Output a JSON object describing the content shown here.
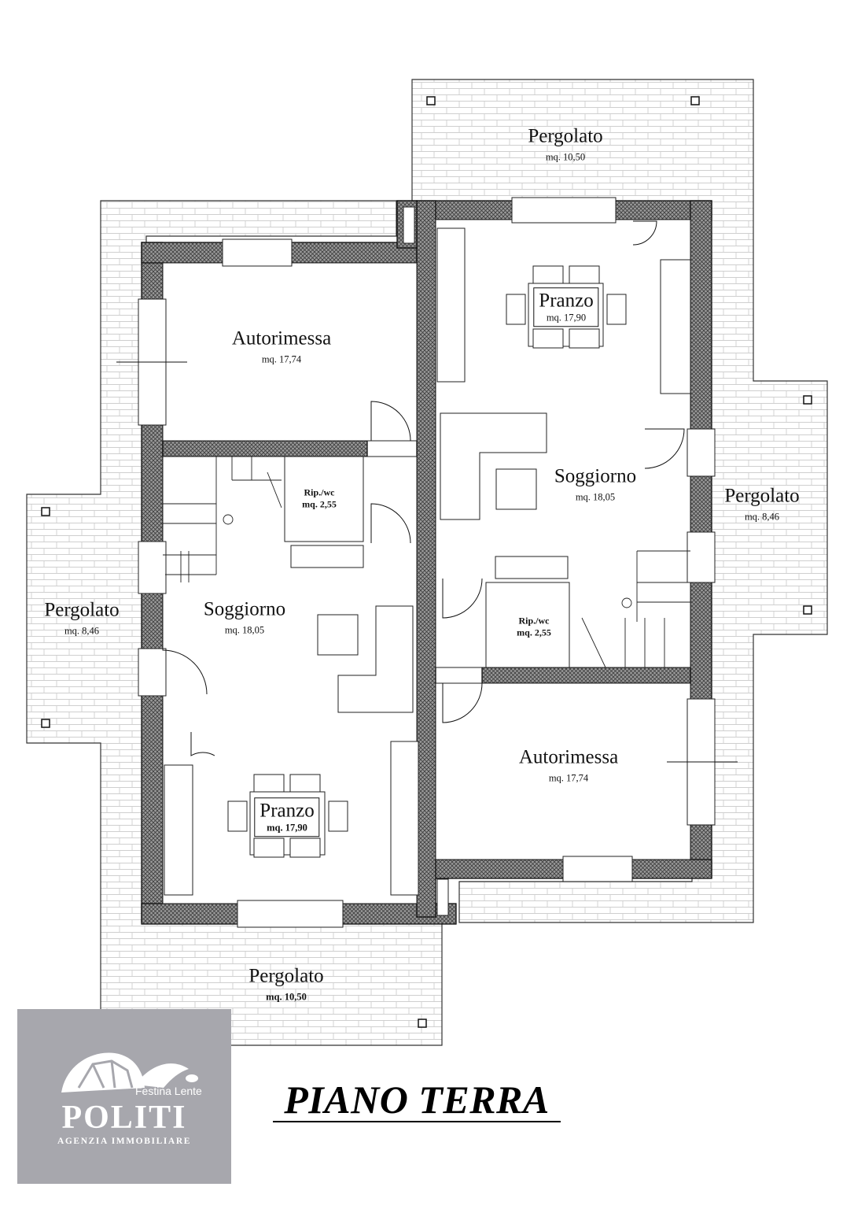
{
  "plan": {
    "title": "PIANO TERRA",
    "pergolato_top": {
      "name": "Pergolato",
      "area": "mq. 10,50"
    },
    "pergolato_right": {
      "name": "Pergolato",
      "area": "mq. 8,46"
    },
    "pergolato_left": {
      "name": "Pergolato",
      "area": "mq. 8,46"
    },
    "pergolato_bottom": {
      "name": "Pergolato",
      "area": "mq. 10,50"
    },
    "unit_a": {
      "garage": {
        "name": "Autorimessa",
        "area": "mq. 17,74"
      },
      "storage": {
        "name": "Rip./wc",
        "area": "mq. 2,55"
      },
      "living": {
        "name": "Soggiorno",
        "area": "mq. 18,05"
      },
      "dining": {
        "name": "Pranzo",
        "area": "mq. 17,90"
      }
    },
    "unit_b": {
      "dining": {
        "name": "Pranzo",
        "area": "mq. 17,90"
      },
      "living": {
        "name": "Soggiorno",
        "area": "mq. 18,05"
      },
      "storage": {
        "name": "Rip./wc",
        "area": "mq. 2,55"
      },
      "garage": {
        "name": "Autorimessa",
        "area": "mq. 17,74"
      }
    }
  },
  "logo": {
    "tagline": "Festina Lente",
    "brand": "POLITI",
    "subtitle": "AGENZIA IMMOBILIARE",
    "icon": "tortoise-hare-icon"
  },
  "colors": {
    "wall_fill": "#8a8a8a",
    "paving_line": "#c8c8c8",
    "logo_bg": "#a7a7ad"
  }
}
